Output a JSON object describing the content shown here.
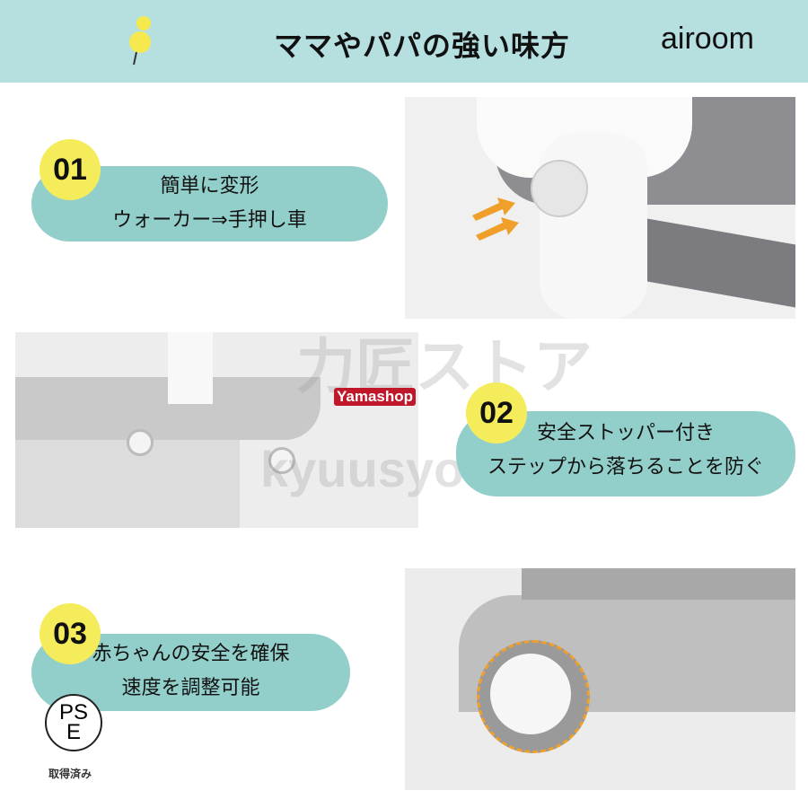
{
  "header": {
    "title": "ママやパパの強い味方",
    "brand": "airoom",
    "pin_icon": "pushpin-icon",
    "background": "#b6dfe0"
  },
  "features": [
    {
      "number": "01",
      "lines": [
        "簡単に変形",
        "ウォーカー⇒手押し車"
      ]
    },
    {
      "number": "02",
      "lines": [
        "安全ストッパー付き",
        "ステップから落ちることを防ぐ"
      ]
    },
    {
      "number": "03",
      "lines": [
        "赤ちゃんの安全を確保",
        "速度を調整可能"
      ]
    }
  ],
  "certification": {
    "mark_letters": "PSE",
    "label": "取得済み"
  },
  "watermark": {
    "main": "力匠ストア",
    "sub": "kyuusyou store",
    "shop": "Yamashop"
  },
  "colors": {
    "pill": "#93cfca",
    "number_circle": "#f4ec5a",
    "arrow": "#f0a02a"
  }
}
